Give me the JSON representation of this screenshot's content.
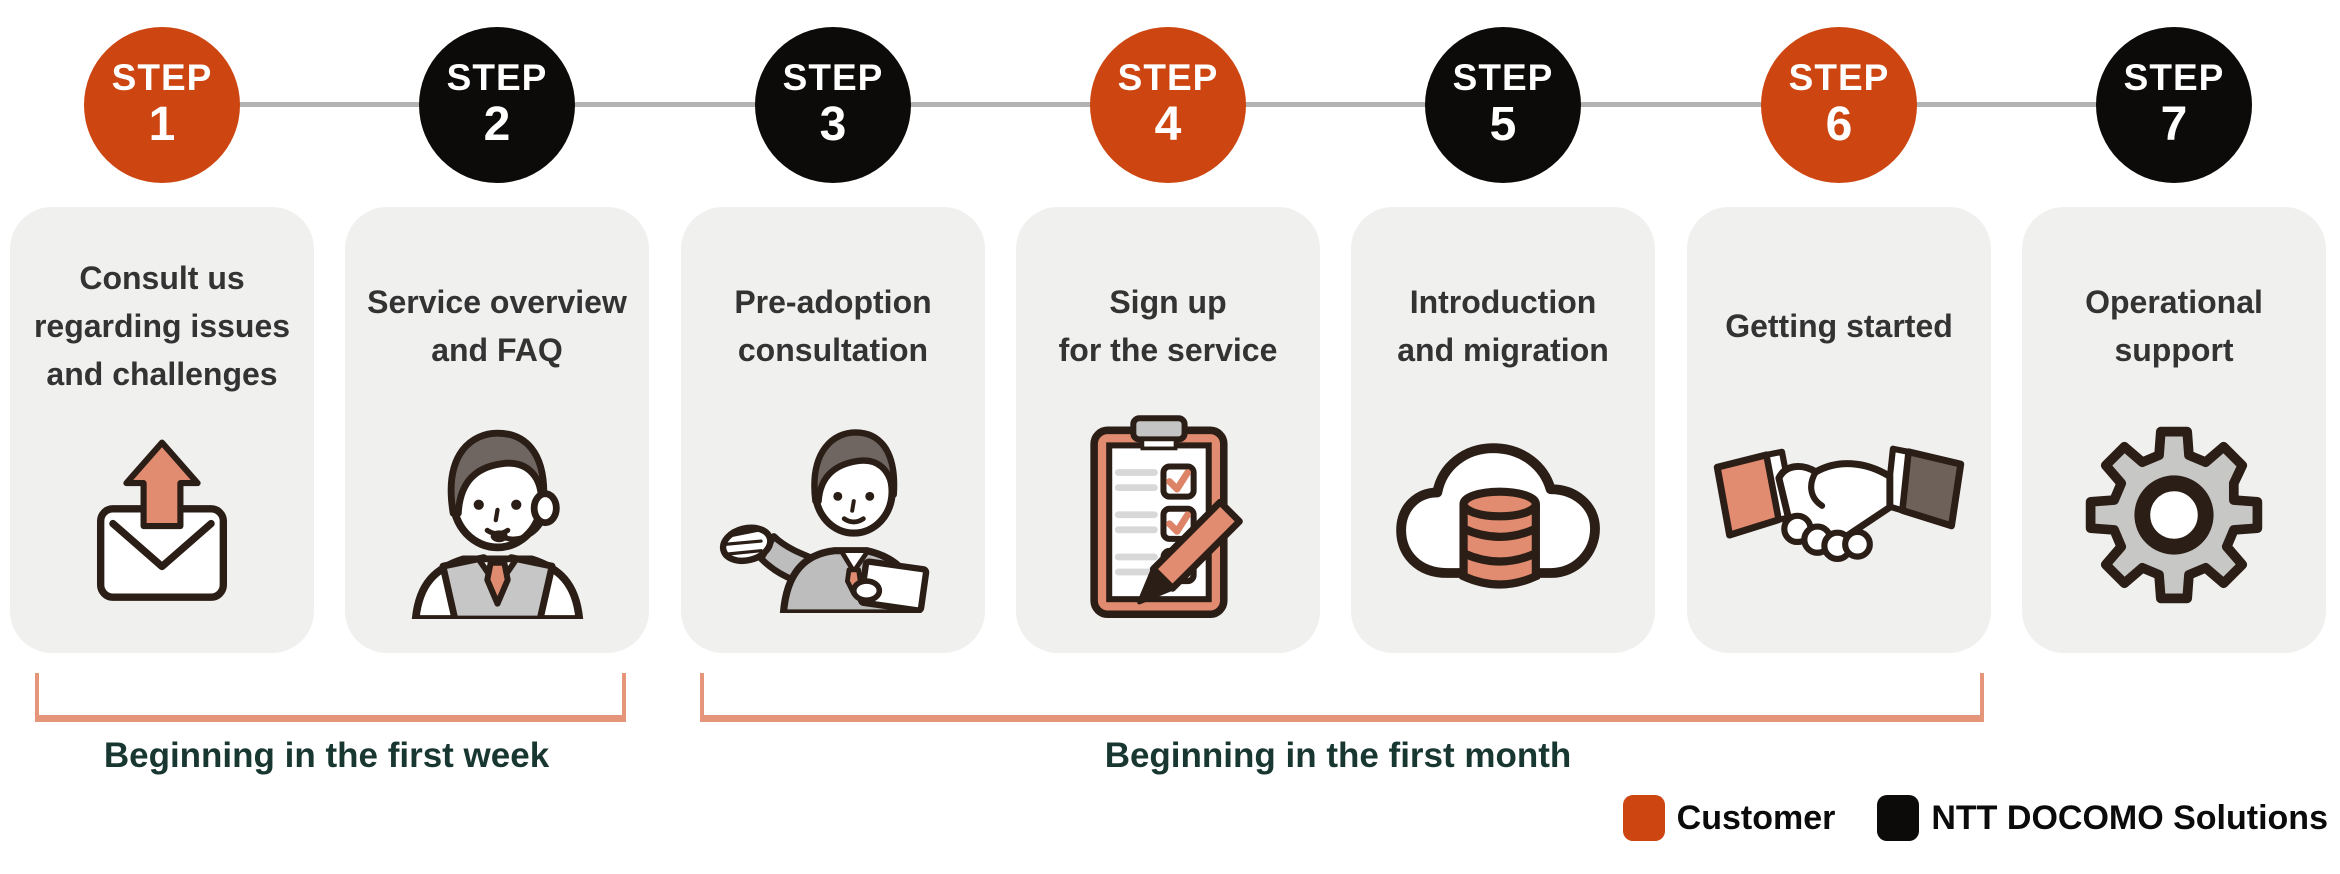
{
  "steps": [
    {
      "step_label": "STEP",
      "number": "1",
      "actor": "customer",
      "circle_color": "#cd4511",
      "title": "Consult us\nregarding issues\nand challenges",
      "icon": "envelope-upload-icon"
    },
    {
      "step_label": "STEP",
      "number": "2",
      "actor": "ntt-docomo-solutions",
      "circle_color": "#0d0b09",
      "title": "Service overview\nand FAQ",
      "icon": "support-agent-icon"
    },
    {
      "step_label": "STEP",
      "number": "3",
      "actor": "ntt-docomo-solutions",
      "circle_color": "#0d0b09",
      "title": "Pre-adoption\nconsultation",
      "icon": "consultant-icon"
    },
    {
      "step_label": "STEP",
      "number": "4",
      "actor": "customer",
      "circle_color": "#cd4511",
      "title": "Sign up\nfor the service",
      "icon": "signup-clipboard-icon"
    },
    {
      "step_label": "STEP",
      "number": "5",
      "actor": "ntt-docomo-solutions",
      "circle_color": "#0d0b09",
      "title": "Introduction\nand migration",
      "icon": "cloud-migration-icon"
    },
    {
      "step_label": "STEP",
      "number": "6",
      "actor": "customer",
      "circle_color": "#cd4511",
      "title": "Getting started",
      "icon": "handshake-icon"
    },
    {
      "step_label": "STEP",
      "number": "7",
      "actor": "ntt-docomo-solutions",
      "circle_color": "#0d0b09",
      "title": "Operational\nsupport",
      "icon": "gear-icon"
    }
  ],
  "timeline": {
    "week_label": "Beginning in the first week",
    "month_label": "Beginning in the first month"
  },
  "legend": {
    "customer_label": "Customer",
    "customer_color": "#cd4511",
    "provider_label": "NTT DOCOMO Solutions",
    "provider_color": "#0d0b09"
  },
  "colors": {
    "accent_orange": "#cd4511",
    "step_black": "#0d0b09",
    "card_background": "#f0f0ef",
    "bracket_salmon": "#e5967a",
    "icon_salmon": "#e18b70",
    "outline_dark": "#2b1e16",
    "timeline_text": "#193731",
    "connector_gray": "#b3b3b3"
  }
}
